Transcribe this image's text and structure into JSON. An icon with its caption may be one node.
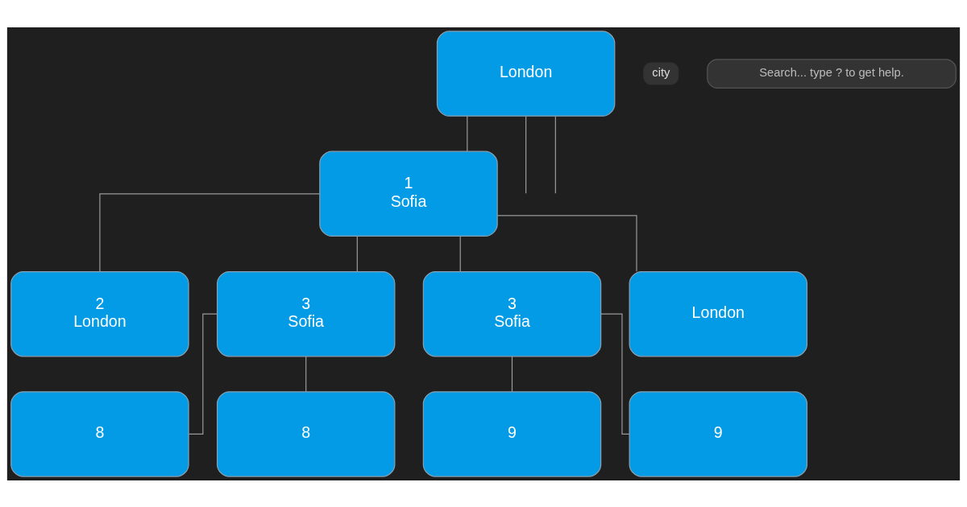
{
  "diagram": {
    "nodes": [
      {
        "text": [
          "London"
        ]
      },
      {
        "text": [
          "1",
          "Sofia"
        ]
      },
      {
        "text": [
          "2",
          "London"
        ]
      },
      {
        "text": [
          "3",
          "Sofia"
        ]
      },
      {
        "text": [
          "3",
          "Sofia"
        ]
      },
      {
        "text": [
          "London"
        ]
      },
      {
        "text": [
          "8"
        ]
      },
      {
        "text": [
          "8"
        ]
      },
      {
        "text": [
          "9"
        ]
      },
      {
        "text": [
          "9"
        ]
      }
    ],
    "edges": [
      {
        "from": 0,
        "to": null,
        "arrow": "none"
      },
      {
        "from": 0,
        "to": 1,
        "arrow": "none"
      },
      {
        "from": 0,
        "to": null,
        "arrow": "none"
      },
      {
        "from": 1,
        "to": 2,
        "arrow": "none"
      },
      {
        "from": 1,
        "to": 3,
        "arrow": "none"
      },
      {
        "from": 1,
        "to": 4,
        "arrow": "none"
      },
      {
        "from": 1,
        "to": 5,
        "arrow": "none"
      },
      {
        "from": 3,
        "to": 6,
        "arrow": "none"
      },
      {
        "from": 3,
        "to": 7,
        "arrow": "none"
      },
      {
        "from": 4,
        "to": 8,
        "arrow": "none"
      },
      {
        "from": 4,
        "to": 9,
        "arrow": "none"
      }
    ],
    "labels": [
      "city",
      "Search... type ? to get help."
    ]
  }
}
